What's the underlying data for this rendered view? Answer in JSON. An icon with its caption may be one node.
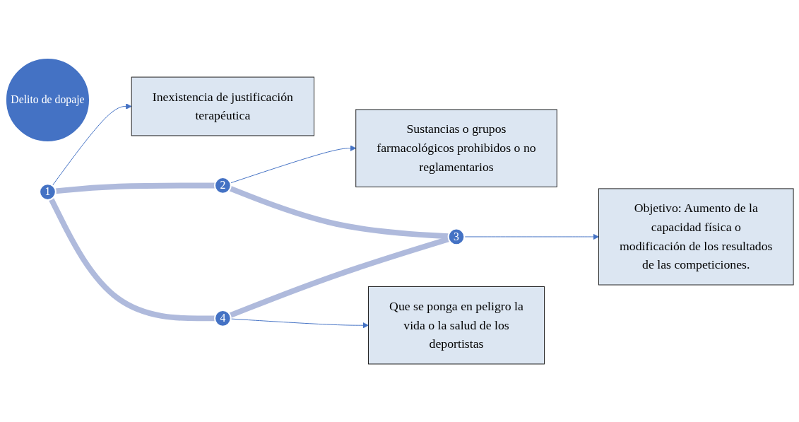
{
  "diagram": {
    "nodes": [
      {
        "text": [
          "1"
        ]
      },
      {
        "text": [
          "Inexistencia de justificación terapéutica"
        ]
      },
      {
        "text": [
          "Que se ponga en peligro la vida o la salud de los deportistas"
        ]
      },
      {
        "text": [
          "Delito de dopaje"
        ]
      },
      {
        "text": [
          "4"
        ]
      },
      {
        "text": [
          "2"
        ]
      },
      {
        "text": [
          "Sustancias o grupos farmacológicos prohibidos o no reglamentarios"
        ]
      },
      {
        "text": [
          "3"
        ]
      },
      {
        "text": [
          "Objetivo: Aumento de la capacidad física o modificación de los resultados de las competiciones."
        ]
      }
    ],
    "edges": [
      {
        "from": 0,
        "to": 5,
        "arrow": "none",
        "style": "thick",
        "color": "#afbadc"
      },
      {
        "from": 5,
        "to": 7,
        "arrow": "none",
        "style": "thick",
        "color": "#afbadc"
      },
      {
        "from": 4,
        "to": 7,
        "arrow": "none",
        "style": "thick",
        "color": "#afbadc"
      },
      {
        "from": 0,
        "to": 4,
        "arrow": "none",
        "style": "thick",
        "color": "#afbadc"
      },
      {
        "from": 0,
        "to": 1,
        "arrow": "to",
        "color": "#4472c4"
      },
      {
        "from": 5,
        "to": 6,
        "arrow": "to",
        "color": "#4472c4"
      },
      {
        "from": 7,
        "to": 8,
        "arrow": "to",
        "color": "#4472c4"
      },
      {
        "from": 4,
        "to": 2,
        "arrow": "to",
        "color": "#4472c4"
      }
    ]
  }
}
